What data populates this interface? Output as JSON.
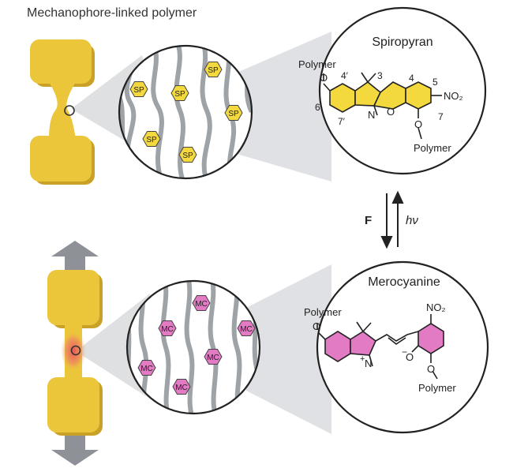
{
  "title": "Mechanophore-linked polymer",
  "spiropyran": {
    "name": "Spiropyran",
    "polymer_top": "Polymer",
    "polymer_bottom": "Polymer",
    "oxygen_top": "O",
    "oxygen_bottom": "O",
    "ring_oxygen": "O",
    "nitrogen": "N",
    "nitro": "NO₂",
    "atom_labels": [
      "4′",
      "3",
      "4",
      "5",
      "6′",
      "7′",
      "7"
    ]
  },
  "merocyanine": {
    "name": "Merocyanine",
    "polymer_left": "Polymer",
    "polymer_bottom": "Polymer",
    "oxygen_left": "O",
    "oxygen_bottom": "O",
    "phenolate": "O",
    "phenolate_charge": "−",
    "nitrogen": "N",
    "nitrogen_charge": "+",
    "nitro": "NO₂"
  },
  "arrows": {
    "force_label": "F",
    "light_label": "hν"
  },
  "badges": {
    "spiropyran": "SP",
    "merocyanine": "MC"
  },
  "colors": {
    "specimen": "#ECC63A",
    "specimen_dark": "#C9A126",
    "sp_fill": "#F3D93E",
    "mc_fill": "#E27AC4",
    "strain_glow": "#E8505A",
    "chain": "#9EA3A8",
    "strain_arrow": "#8E9298",
    "cone": "#D8DADD"
  }
}
